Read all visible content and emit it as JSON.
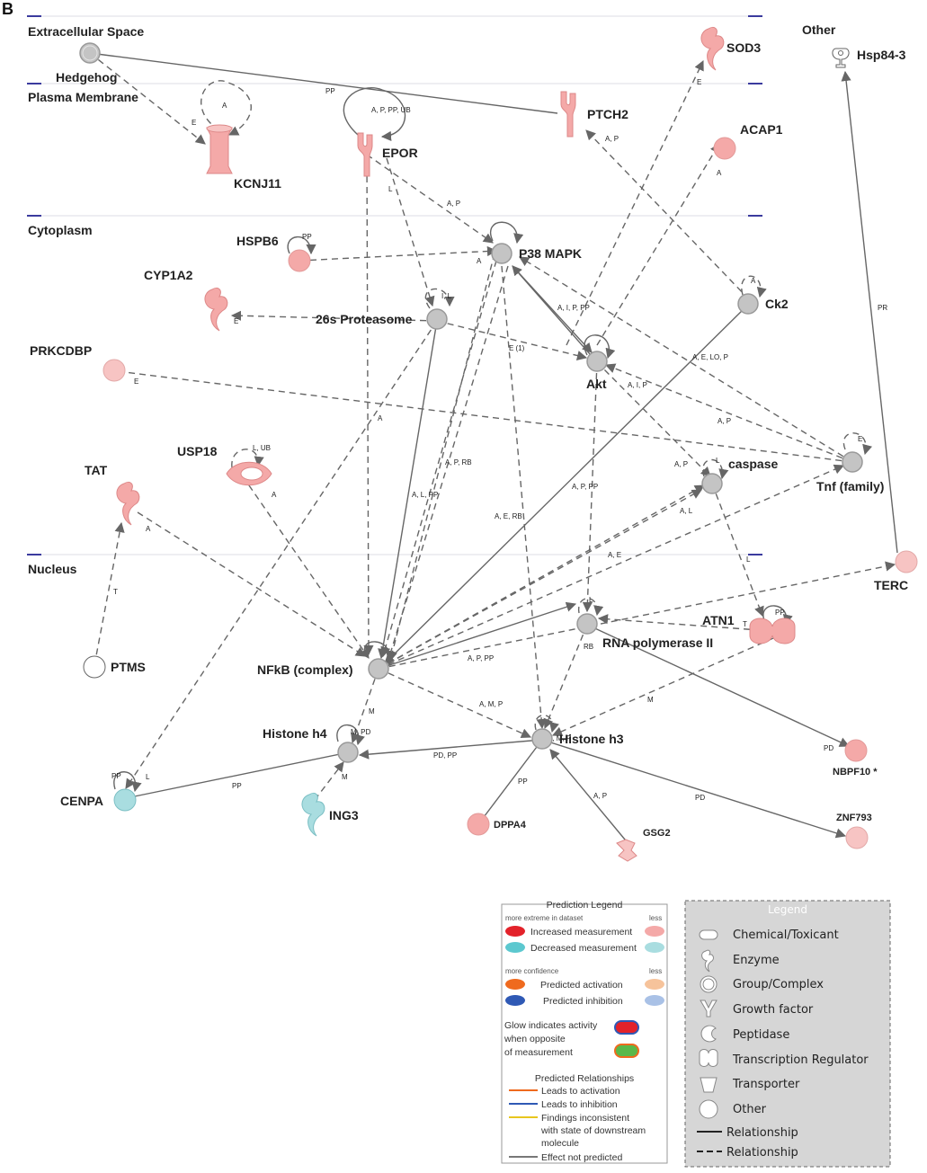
{
  "panel_letter": "B",
  "layers": {
    "extracellular": "Extracellular Space",
    "plasma_membrane": "Plasma Membrane",
    "cytoplasm": "Cytoplasm",
    "nucleus": "Nucleus",
    "other": "Other"
  },
  "nodes": {
    "hedgehog": "Hedgehog",
    "sod3": "SOD3",
    "hsp84_3": "Hsp84-3",
    "kcnj11": "KCNJ11",
    "epor": "EPOR",
    "ptch2": "PTCH2",
    "acap1": "ACAP1",
    "hspb6": "HSPB6",
    "p38mapk": "P38 MAPK",
    "cyp1a2": "CYP1A2",
    "proteasome": "26s Proteasome",
    "ck2": "Ck2",
    "prkcdbp": "PRKCDBP",
    "akt": "Akt",
    "usp18": "USP18",
    "caspase": "caspase",
    "tnf": "Tnf (family)",
    "tat": "TAT",
    "terc": "TERC",
    "atn1": "ATN1",
    "rnapol": "RNA polymerase II",
    "ptms": "PTMS",
    "nfkb": "NFkB (complex)",
    "histone_h4": "Histone h4",
    "histone_h3": "Histone h3",
    "nbpf10": "NBPF10 *",
    "cenpa": "CENPA",
    "ing3": "ING3",
    "dppa4": "DPPA4",
    "gsg2": "GSG2",
    "znf793": "ZNF793"
  },
  "edge_labels": {
    "hh_ptch2": "PP",
    "hh_kcnj11": "E",
    "kcnj11_self": "A",
    "epor_self": "A, P, PP, UB",
    "epor_p38": "A, P",
    "epor_prot": "L",
    "ptch2_ck2": "A, P",
    "sod3": "E",
    "acap1": "A",
    "hspb6_self": "PP",
    "hspb6_p38": "A",
    "prot_self": "I, L",
    "cyp1a2": "E",
    "prot_cenpa": "A",
    "prot_akt": "E (1)",
    "p38_akt": "A, I, P, PP",
    "ck2_self": "A",
    "ck2_akt": "A, E, LO, P",
    "prkcdbp": "E",
    "akt_tnf": "A, I, P",
    "tnf_p38": "A, P",
    "tnf_self": "E",
    "usp18_self": "L, UB",
    "usp18_nfkb": "A",
    "nfkb_p38_a": "A, P, RB",
    "nfkb_p38_b": "A, L, PP",
    "nfkb_p38_c": "A, E, RB",
    "nfkb_caspase_a": "A, P, PP",
    "nfkb_caspase_b": "A, L",
    "caspase_akt": "A, P",
    "caspase_self": "L",
    "caspase_atn1": "L",
    "tat": "A",
    "ptms_tat": "T",
    "nfkb_terc": "A, E",
    "atn1_self": "PP",
    "atn1_rnapol": "T",
    "rnapol_self": "L",
    "nfkb_rnapol": "A, P, PP",
    "rnapol_rb": "RB",
    "atn1_h3": "M",
    "nfkb_h3": "A, M, P",
    "nfkb_h4": "M",
    "h4_self": "M, PD",
    "h3_self": "A, M, P",
    "h3_h4": "PD, PP",
    "rnapol_nbpf10": "PD",
    "terc_hsp": "PR",
    "cenpa_self": "PP",
    "cenpa_prot": "L",
    "cenpa_h4": "PP",
    "ing3_h4": "M",
    "dppa4": "PP",
    "gsg2": "A, P",
    "znf793": "PD"
  },
  "prediction_legend": {
    "title": "Prediction Legend",
    "more_extreme": "more extreme in dataset",
    "less": "less",
    "increased": "Increased measurement",
    "decreased": "Decreased measurement",
    "more_confidence": "more confidence",
    "less2": "less",
    "pred_activation": "Predicted activation",
    "pred_inhibition": "Predicted inhibition",
    "glow_1": "Glow indicates activity",
    "glow_2": "when opposite",
    "glow_3": "of measurement",
    "pred_rel_title": "Predicted Relationships",
    "leads_activation": "Leads to activation",
    "leads_inhibition": "Leads to inhibition",
    "inconsistent_1": "Findings inconsistent",
    "inconsistent_2": "with state of downstream",
    "inconsistent_3": "molecule",
    "not_predicted": "Effect not predicted"
  },
  "legend": {
    "title": "Legend",
    "chemical": "Chemical/Toxicant",
    "enzyme": "Enzyme",
    "group": "Group/Complex",
    "growth_factor": "Growth factor",
    "peptidase": "Peptidase",
    "transcription": "Transcription Regulator",
    "transporter": "Transporter",
    "other": "Other",
    "relationship_solid": "Relationship",
    "relationship_dashed": "Relationship"
  },
  "colors": {
    "pink": "#f4a9a8",
    "pink_light": "#f7c4c3",
    "cyan": "#a9dde0",
    "gray_node": "#c4c4c4",
    "edge": "#666666",
    "layer_line": "#3b3b9e",
    "red": "#e3222a",
    "teal": "#5cc8cf",
    "orange": "#ef6a1e",
    "blue": "#2f59b5",
    "orange_light": "#f6c39b",
    "blue_light": "#a9c1e6",
    "legend_bg": "#d6d6d6"
  }
}
